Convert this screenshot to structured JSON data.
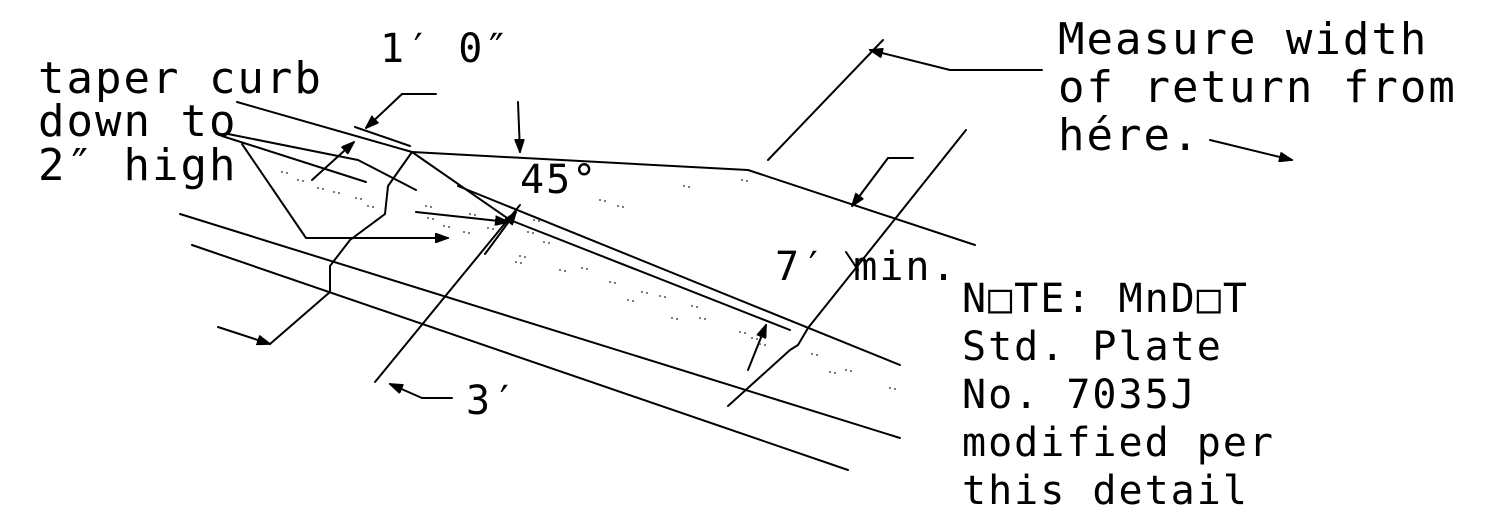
{
  "labels": {
    "taper_note": [
      "taper curb",
      "down to",
      "2″ high"
    ],
    "measure_note": [
      "Measure width",
      "of return from",
      "hére."
    ],
    "standard_note": [
      "N□TE: MnD□T",
      "Std. Plate",
      "No. 7035J",
      "modified per",
      "this detail"
    ]
  },
  "dimensions": {
    "one_foot": "1′ 0″",
    "angle": "45°",
    "seven_min": "7′ min.",
    "three_feet": "3′"
  }
}
